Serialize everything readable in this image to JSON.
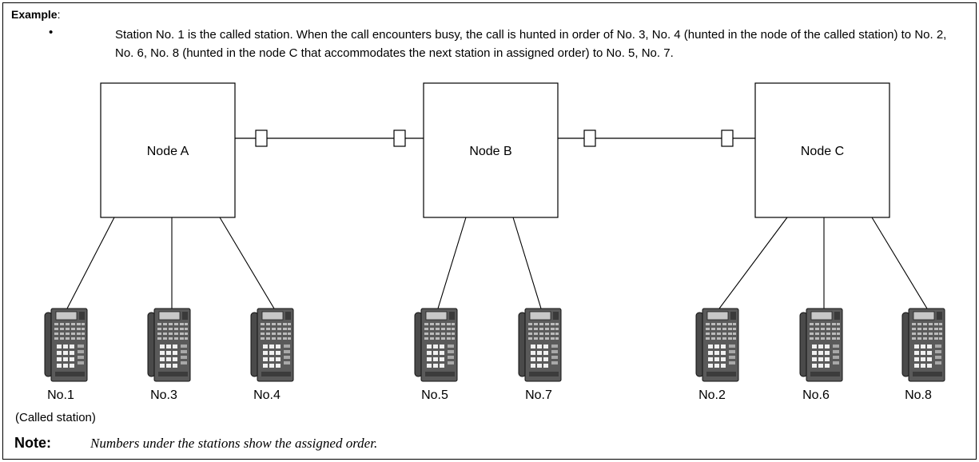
{
  "example": {
    "label": "Example",
    "colon": ":",
    "bullet": "•",
    "text": "Station No. 1 is the called station. When the call encounters busy, the call is hunted in order of No. 3, No. 4 (hunted in the node of the called station) to No. 2, No. 6, No. 8 (hunted in the node C that accommodates the next station in assigned order) to No. 5, No. 7."
  },
  "nodes": [
    {
      "id": "A",
      "label": "Node A"
    },
    {
      "id": "B",
      "label": "Node B"
    },
    {
      "id": "C",
      "label": "Node C"
    }
  ],
  "stations": [
    {
      "label": "No.1",
      "node": "A"
    },
    {
      "label": "No.3",
      "node": "A"
    },
    {
      "label": "No.4",
      "node": "A"
    },
    {
      "label": "No.5",
      "node": "B"
    },
    {
      "label": "No.7",
      "node": "B"
    },
    {
      "label": "No.2",
      "node": "C"
    },
    {
      "label": "No.6",
      "node": "C"
    },
    {
      "label": "No.8",
      "node": "C"
    }
  ],
  "called_station_note": "(Called station)",
  "note": {
    "label": "Note:",
    "text": "Numbers under the stations show the assigned order."
  },
  "icons": {
    "station": "telephone-icon",
    "connector": "trunk-connector-icon"
  }
}
